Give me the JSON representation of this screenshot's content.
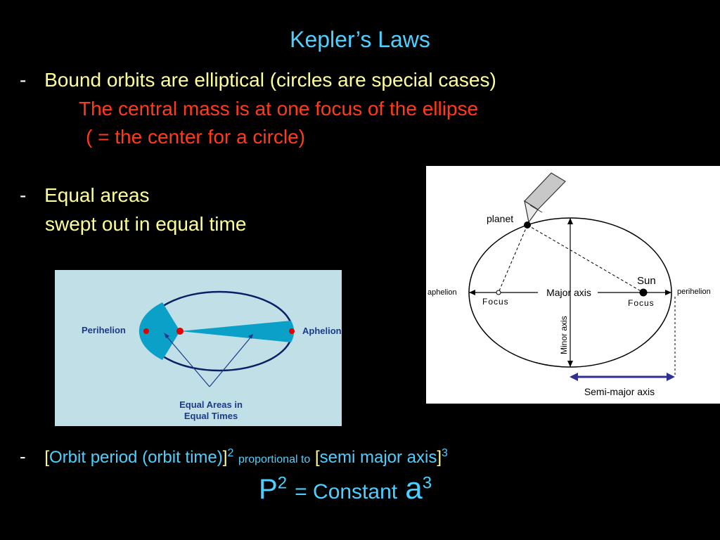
{
  "slide": {
    "title": "Kepler’s Laws",
    "law1": {
      "dash": "-",
      "text": "Bound orbits are elliptical (circles are special cases)",
      "line2": "The central mass is at one focus of the ellipse",
      "line3": "( = the center for a circle)"
    },
    "law2": {
      "dash": "-",
      "text": "Equal areas",
      "line2": "swept out in equal time"
    },
    "law3": {
      "dash": "-",
      "open1": "[",
      "text1": "Orbit period (orbit time)",
      "close1": "]",
      "exp1": "2",
      "mid": "proportional to",
      "open2": "[",
      "text2": "semi major axis",
      "close2": "]",
      "exp2": "3"
    },
    "formula": {
      "p": "P",
      "p_exp": "2",
      "mid": "= Constant",
      "a": "a",
      "a_exp": "3"
    }
  },
  "left_diagram": {
    "perihelion": "Perihelion",
    "aphelion": "Aphelion",
    "caption_line1": "Equal Areas in",
    "caption_line2": "Equal Times",
    "colors": {
      "background": "#c0dfe6",
      "sector": "#0aa0c8",
      "point": "#e00000"
    }
  },
  "right_diagram": {
    "planet": "planet",
    "sun": "Sun",
    "aphelion": "aphelion",
    "perihelion": "perihelion",
    "focus_left": "Focus",
    "focus_right": "Focus",
    "major_axis": "Major axis",
    "minor_axis": "Minor axis",
    "semi_major_axis": "Semi-major axis",
    "colors": {
      "background": "#ffffff",
      "arrow": "#303090"
    }
  }
}
